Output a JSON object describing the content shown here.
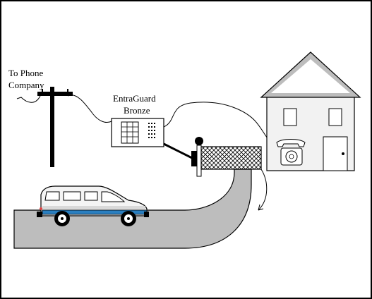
{
  "labels": {
    "phone_line": [
      "To Phone",
      "Company"
    ],
    "device": [
      "EntraGuard",
      "Bronze"
    ]
  },
  "icons": {
    "pole": "telephone-pole-icon",
    "entry_unit": "keypad-entry-unit-icon",
    "gate": "chain-link-gate-icon",
    "house": "house-icon",
    "phone": "rotary-telephone-icon",
    "van": "minivan-icon",
    "road": "driveway-icon"
  },
  "colors": {
    "line": "#000000",
    "road": "#bdbdbd",
    "house_fill": "#f2f2f2",
    "van_stripe": "#2a7fc0",
    "van_body": "#f4f4f4",
    "background": "#ffffff"
  }
}
